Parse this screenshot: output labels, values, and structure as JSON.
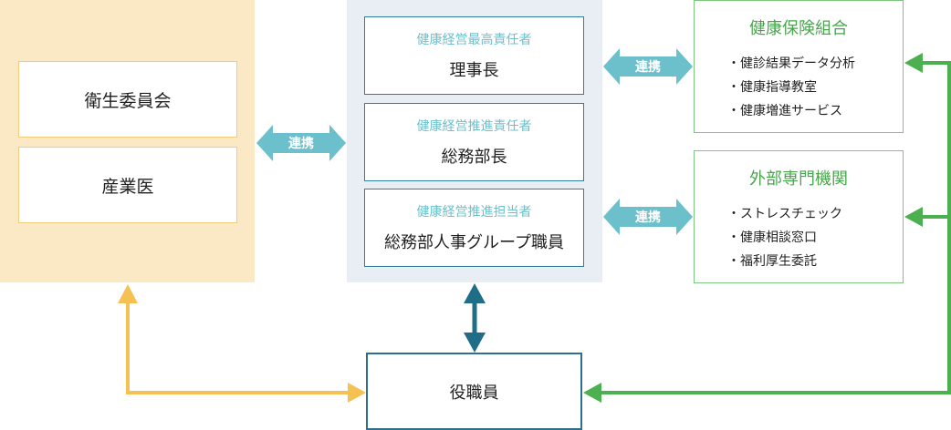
{
  "colors": {
    "left_panel": "#fbe9c6",
    "left_border": "#f2cc7e",
    "center_panel": "#e8eef3",
    "center_border": "#2f7f99",
    "role_text": "#6cc0cb",
    "green": "#48a64c",
    "green_border": "#7dc87f",
    "connector_teal": "#6cc0cb",
    "orange_arrow": "#f4c152",
    "dark_arrow": "#1f6d87",
    "green_arrow": "#4caf50"
  },
  "left_group": {
    "boxes": [
      "衛生委員会",
      "産業医"
    ]
  },
  "center_group": {
    "boxes": [
      {
        "role": "健康経営最高責任者",
        "name": "理事長"
      },
      {
        "role": "健康経営推進責任者",
        "name": "総務部長"
      },
      {
        "role": "健康経営推進担当者",
        "name": "総務部人事グループ職員"
      }
    ]
  },
  "right_group": [
    {
      "title": "健康保険組合",
      "items": [
        "・健診結果データ分析",
        "・健康指導教室",
        "・健康増進サービス"
      ]
    },
    {
      "title": "外部専門機関",
      "items": [
        "・ストレスチェック",
        "・健康相談窓口",
        "・福利厚生委託"
      ]
    }
  ],
  "connectors": {
    "left_center": "連携",
    "center_insurance": "連携",
    "center_external": "連携"
  },
  "bottom": {
    "label": "役職員"
  }
}
